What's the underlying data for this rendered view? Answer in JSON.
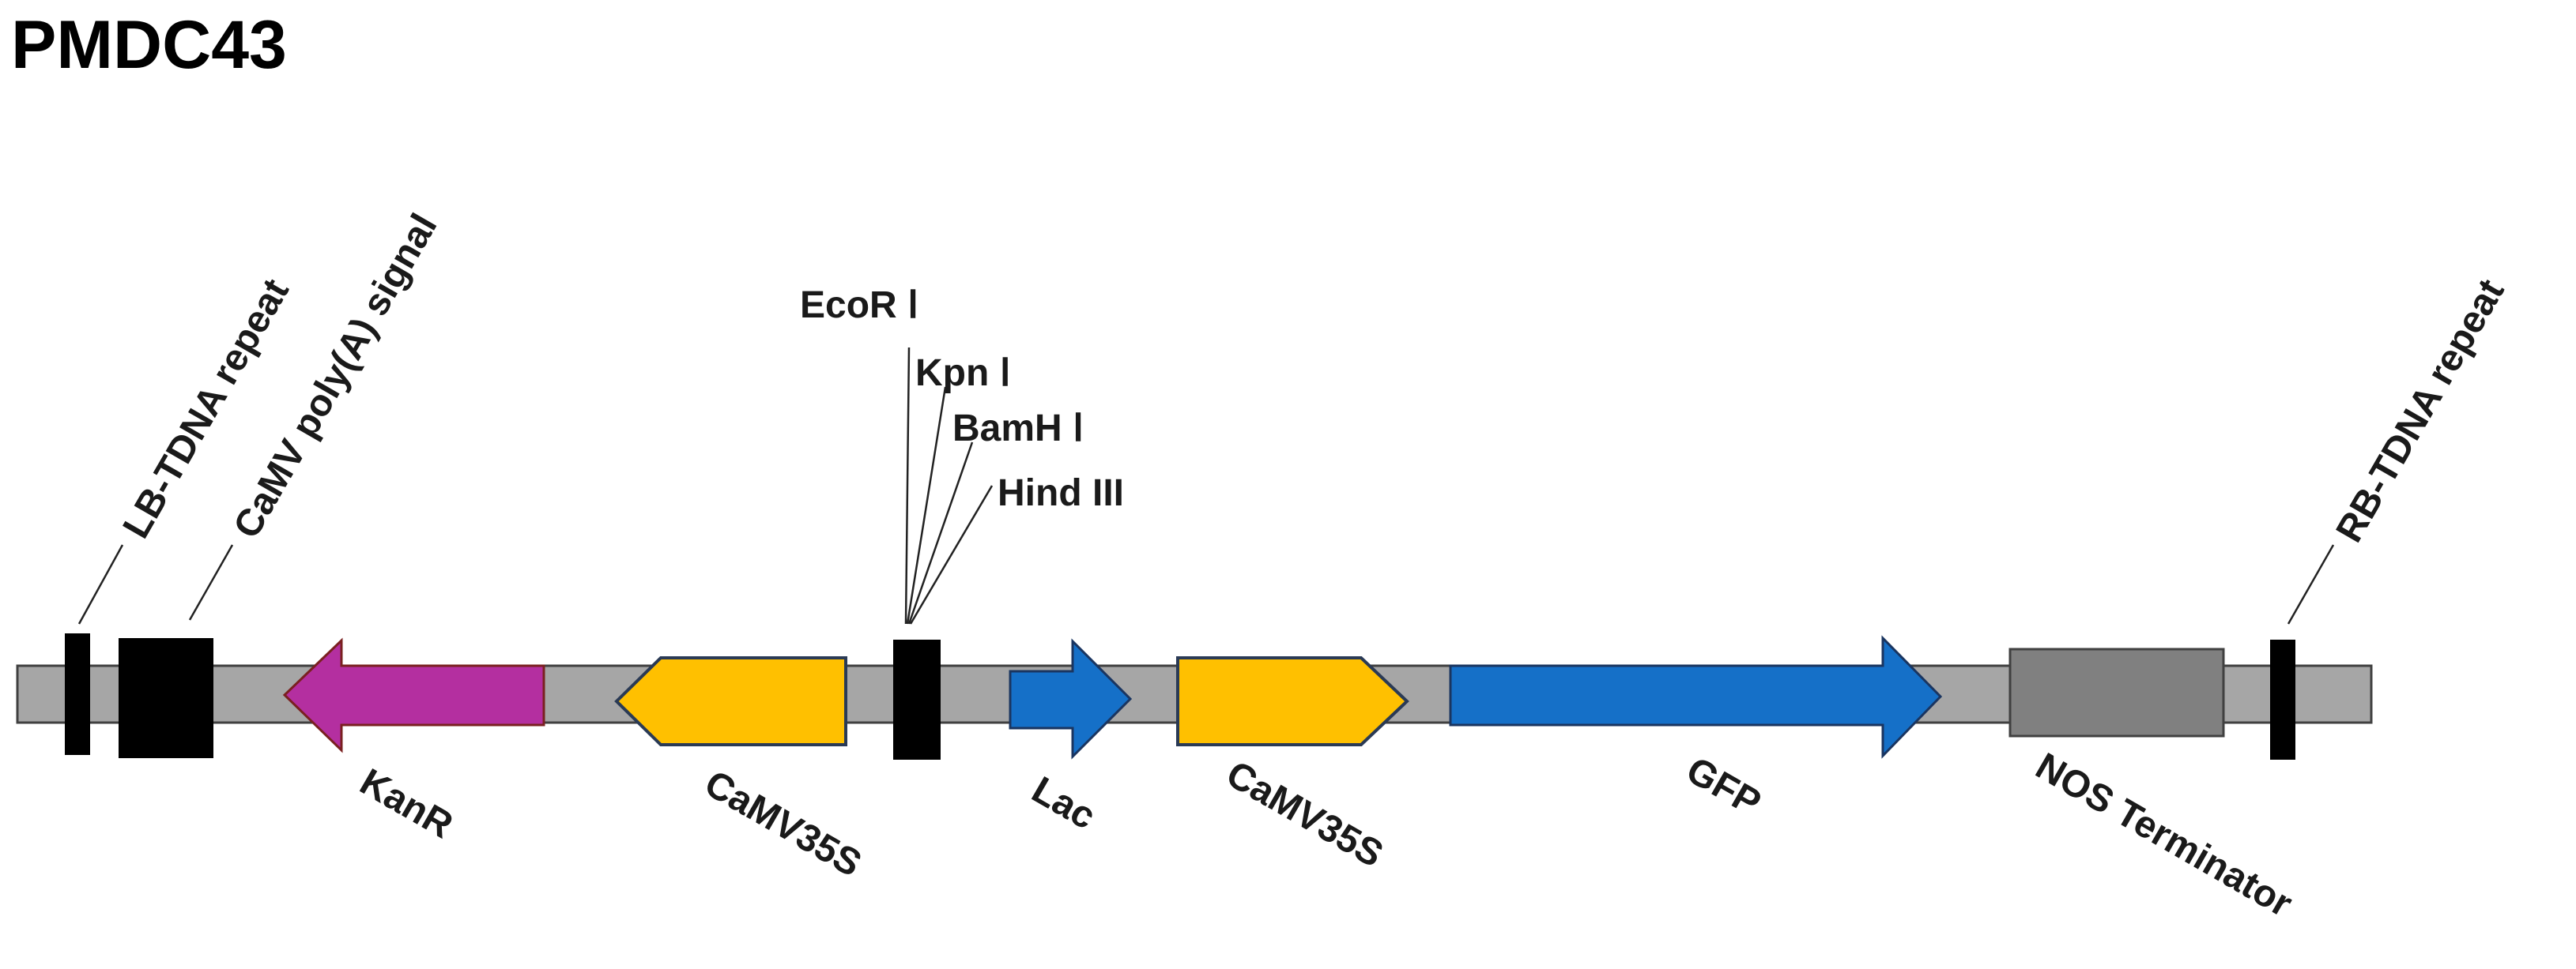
{
  "title": "PMDC43",
  "labels": {
    "lb_repeat": "LB-TDNA repeat",
    "polya": "CaMV poly(A) signal",
    "ecori": "EcoR Ⅰ",
    "kpni": "Kpn Ⅰ",
    "bamhi": "BamH Ⅰ",
    "hindiii": "Hind III",
    "rb_repeat": "RB-TDNA repeat",
    "kanr": "KanR",
    "camv35s_1": "CaMV35S",
    "lac": "Lac",
    "camv35s_2": "CaMV35S",
    "gfp": "GFP",
    "nos": "NOS Terminator"
  },
  "colors": {
    "backbone": "#a6a6a6",
    "marker": "#000000",
    "kanr": "#b42fa0",
    "camv35s": "#ffc000",
    "blue": "#1570c8",
    "nos": "#808080"
  }
}
